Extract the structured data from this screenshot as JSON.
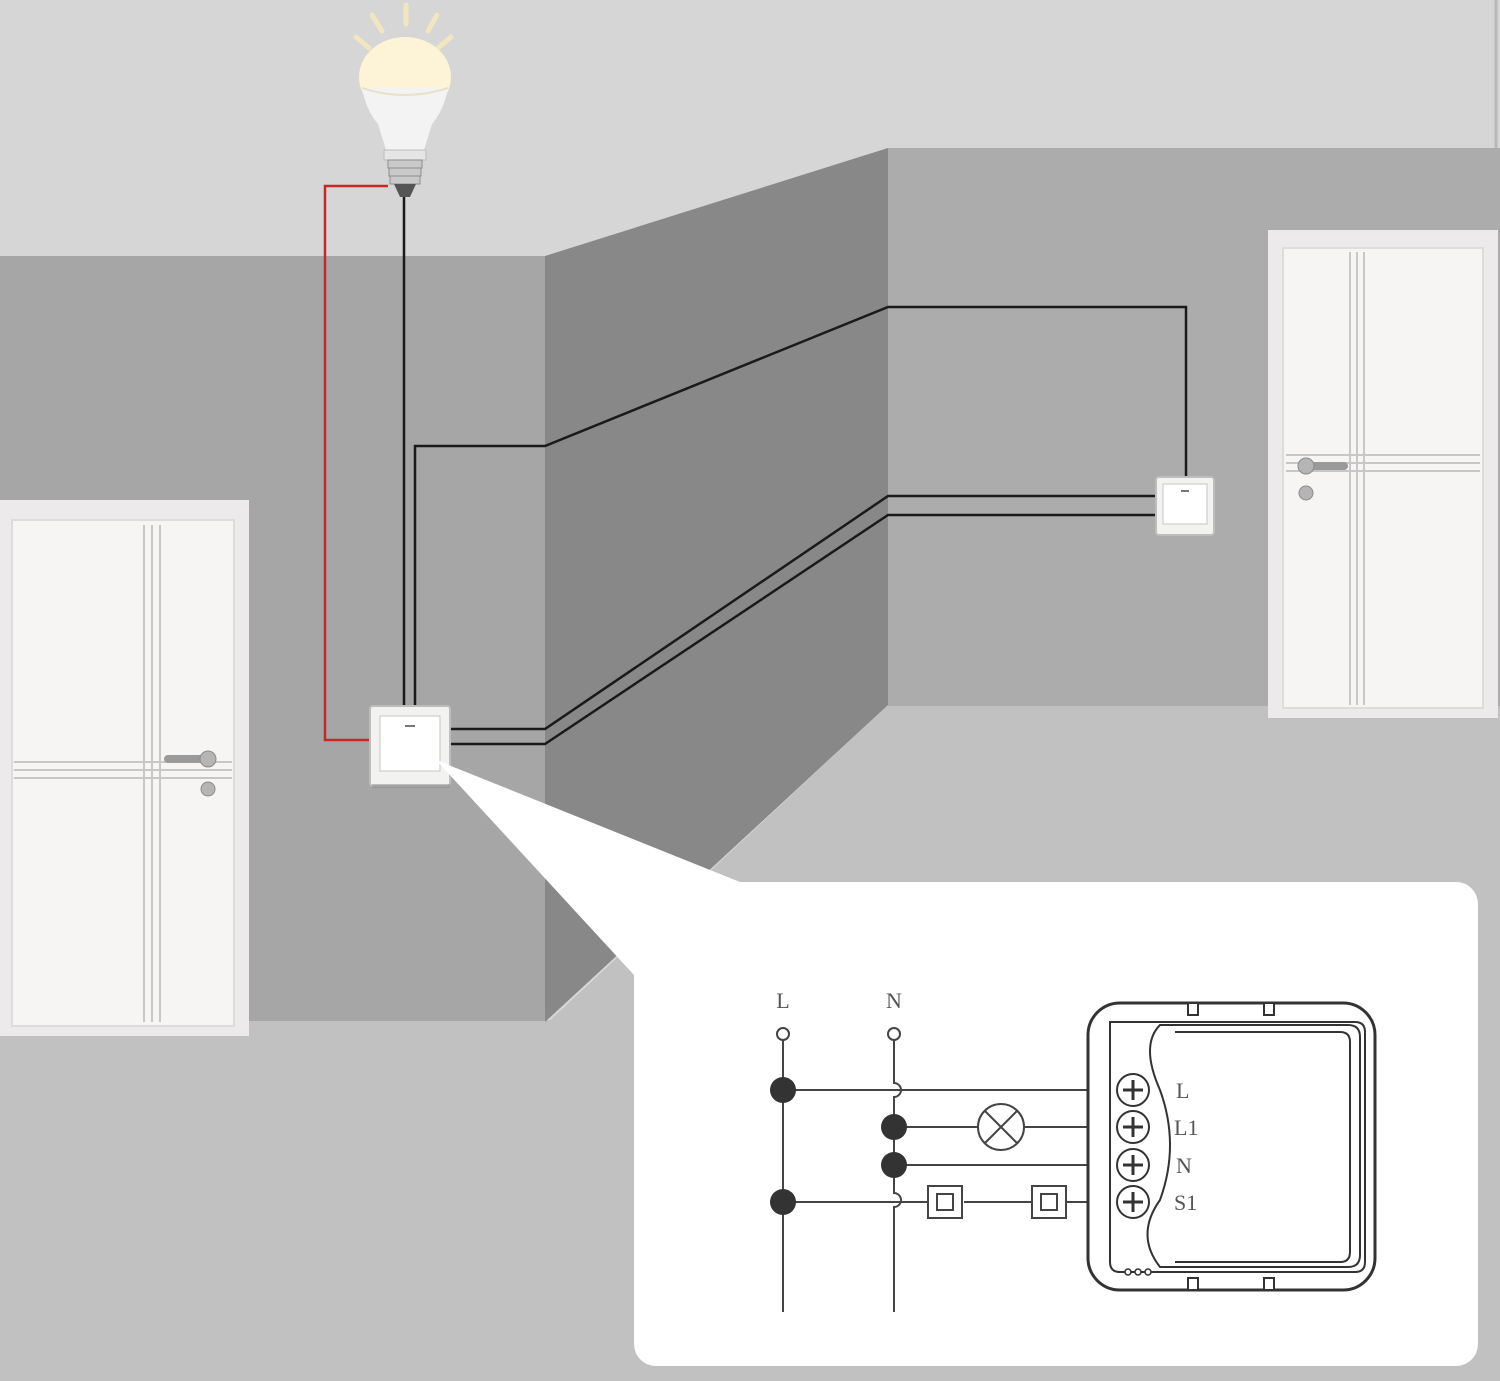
{
  "diagram": {
    "bus_labels": {
      "live": "L",
      "neutral": "N"
    },
    "terminals": [
      "L",
      "L1",
      "N",
      "S1"
    ]
  },
  "colors": {
    "ceiling": "#d6d6d6",
    "wall_left": "#a6a6a6",
    "wall_center": "#888888",
    "wall_right": "#acacac",
    "floor": "#c1c1c1",
    "wire_live": "#c62828",
    "wire": "#1a1a1a",
    "door": "#f4f2f1",
    "bulb_glow": "#fdf3d6",
    "panel": "#ffffff"
  },
  "icons": [
    "light-bulb-icon",
    "wall-switch-icon",
    "door-icon",
    "lamp-symbol-icon",
    "switch-symbol-icon",
    "smart-module-icon"
  ]
}
